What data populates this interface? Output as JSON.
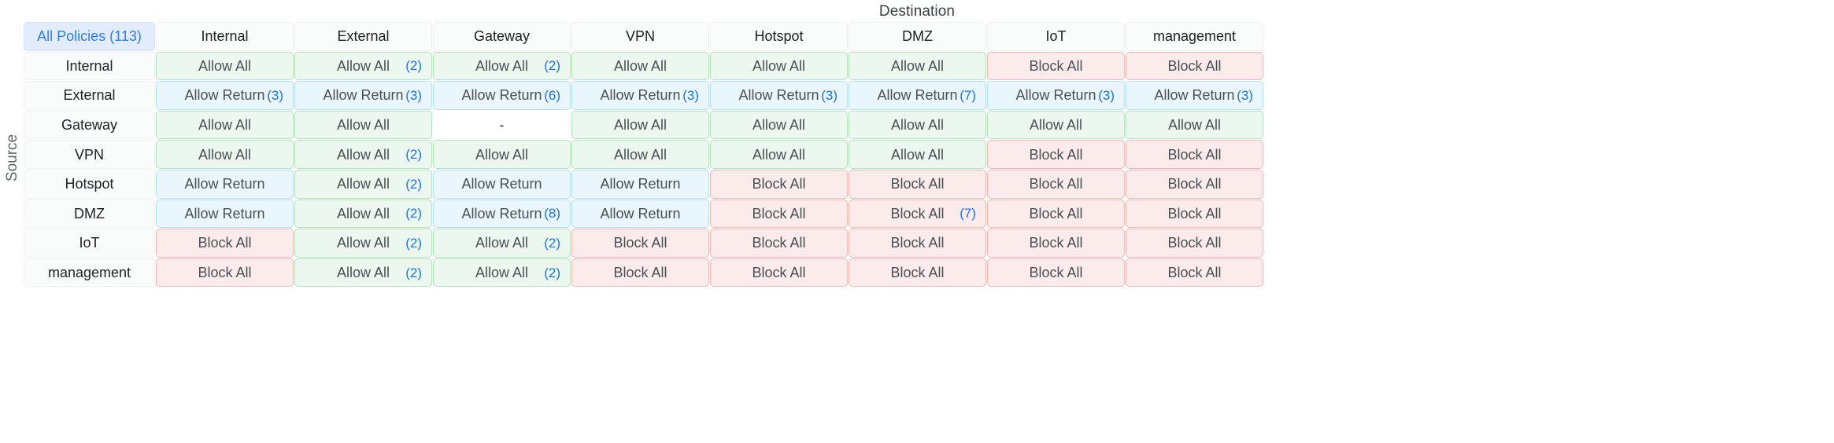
{
  "axis": {
    "destination_label": "Destination",
    "source_label": "Source"
  },
  "corner": {
    "label": "All Policies (113)",
    "total": 113
  },
  "colors": {
    "allow": "#ecf8ef",
    "allow_border": "#b5e3c1",
    "return": "#eaf6fe",
    "return_border": "#b8e0f5",
    "block": "#fbeceb",
    "block_border": "#f0b9b5",
    "count_text": "#1a73e8",
    "corner_bg": "#e3ecfd",
    "corner_text": "#2b7cf7"
  },
  "chart_data": {
    "type": "heatmap",
    "title": "",
    "xlabel": "Destination",
    "ylabel": "Source",
    "columns": [
      "Internal",
      "External",
      "Gateway",
      "VPN",
      "Hotspot",
      "DMZ",
      "IoT",
      "management"
    ],
    "rows": [
      "Internal",
      "External",
      "Gateway",
      "VPN",
      "Hotspot",
      "DMZ",
      "IoT",
      "management"
    ],
    "legend": [
      "Allow All",
      "Allow Return",
      "Block All",
      "-"
    ],
    "cells": [
      [
        {
          "label": "Allow All",
          "count": null,
          "kind": "allow"
        },
        {
          "label": "Allow All",
          "count": "(2)",
          "kind": "allow"
        },
        {
          "label": "Allow All",
          "count": "(2)",
          "kind": "allow"
        },
        {
          "label": "Allow All",
          "count": null,
          "kind": "allow"
        },
        {
          "label": "Allow All",
          "count": null,
          "kind": "allow"
        },
        {
          "label": "Allow All",
          "count": null,
          "kind": "allow"
        },
        {
          "label": "Block All",
          "count": null,
          "kind": "block"
        },
        {
          "label": "Block All",
          "count": null,
          "kind": "block"
        }
      ],
      [
        {
          "label": "Allow Return",
          "count": "(3)",
          "kind": "return"
        },
        {
          "label": "Allow Return",
          "count": "(3)",
          "kind": "return"
        },
        {
          "label": "Allow Return",
          "count": "(6)",
          "kind": "return"
        },
        {
          "label": "Allow Return",
          "count": "(3)",
          "kind": "return"
        },
        {
          "label": "Allow Return",
          "count": "(3)",
          "kind": "return"
        },
        {
          "label": "Allow Return",
          "count": "(7)",
          "kind": "return"
        },
        {
          "label": "Allow Return",
          "count": "(3)",
          "kind": "return"
        },
        {
          "label": "Allow Return",
          "count": "(3)",
          "kind": "return"
        }
      ],
      [
        {
          "label": "Allow All",
          "count": null,
          "kind": "allow"
        },
        {
          "label": "Allow All",
          "count": null,
          "kind": "allow"
        },
        {
          "label": "-",
          "count": null,
          "kind": "none"
        },
        {
          "label": "Allow All",
          "count": null,
          "kind": "allow"
        },
        {
          "label": "Allow All",
          "count": null,
          "kind": "allow"
        },
        {
          "label": "Allow All",
          "count": null,
          "kind": "allow"
        },
        {
          "label": "Allow All",
          "count": null,
          "kind": "allow"
        },
        {
          "label": "Allow All",
          "count": null,
          "kind": "allow"
        }
      ],
      [
        {
          "label": "Allow All",
          "count": null,
          "kind": "allow"
        },
        {
          "label": "Allow All",
          "count": "(2)",
          "kind": "allow"
        },
        {
          "label": "Allow All",
          "count": null,
          "kind": "allow"
        },
        {
          "label": "Allow All",
          "count": null,
          "kind": "allow"
        },
        {
          "label": "Allow All",
          "count": null,
          "kind": "allow"
        },
        {
          "label": "Allow All",
          "count": null,
          "kind": "allow"
        },
        {
          "label": "Block All",
          "count": null,
          "kind": "block"
        },
        {
          "label": "Block All",
          "count": null,
          "kind": "block"
        }
      ],
      [
        {
          "label": "Allow Return",
          "count": null,
          "kind": "return"
        },
        {
          "label": "Allow All",
          "count": "(2)",
          "kind": "allow"
        },
        {
          "label": "Allow Return",
          "count": null,
          "kind": "return"
        },
        {
          "label": "Allow Return",
          "count": null,
          "kind": "return"
        },
        {
          "label": "Block All",
          "count": null,
          "kind": "block"
        },
        {
          "label": "Block All",
          "count": null,
          "kind": "block"
        },
        {
          "label": "Block All",
          "count": null,
          "kind": "block"
        },
        {
          "label": "Block All",
          "count": null,
          "kind": "block"
        }
      ],
      [
        {
          "label": "Allow Return",
          "count": null,
          "kind": "return"
        },
        {
          "label": "Allow All",
          "count": "(2)",
          "kind": "allow"
        },
        {
          "label": "Allow Return",
          "count": "(8)",
          "kind": "return"
        },
        {
          "label": "Allow Return",
          "count": null,
          "kind": "return"
        },
        {
          "label": "Block All",
          "count": null,
          "kind": "block"
        },
        {
          "label": "Block All",
          "count": "(7)",
          "kind": "block"
        },
        {
          "label": "Block All",
          "count": null,
          "kind": "block"
        },
        {
          "label": "Block All",
          "count": null,
          "kind": "block"
        }
      ],
      [
        {
          "label": "Block All",
          "count": null,
          "kind": "block"
        },
        {
          "label": "Allow All",
          "count": "(2)",
          "kind": "allow"
        },
        {
          "label": "Allow All",
          "count": "(2)",
          "kind": "allow"
        },
        {
          "label": "Block All",
          "count": null,
          "kind": "block"
        },
        {
          "label": "Block All",
          "count": null,
          "kind": "block"
        },
        {
          "label": "Block All",
          "count": null,
          "kind": "block"
        },
        {
          "label": "Block All",
          "count": null,
          "kind": "block"
        },
        {
          "label": "Block All",
          "count": null,
          "kind": "block"
        }
      ],
      [
        {
          "label": "Block All",
          "count": null,
          "kind": "block"
        },
        {
          "label": "Allow All",
          "count": "(2)",
          "kind": "allow"
        },
        {
          "label": "Allow All",
          "count": "(2)",
          "kind": "allow"
        },
        {
          "label": "Block All",
          "count": null,
          "kind": "block"
        },
        {
          "label": "Block All",
          "count": null,
          "kind": "block"
        },
        {
          "label": "Block All",
          "count": null,
          "kind": "block"
        },
        {
          "label": "Block All",
          "count": null,
          "kind": "block"
        },
        {
          "label": "Block All",
          "count": null,
          "kind": "block"
        }
      ]
    ]
  }
}
